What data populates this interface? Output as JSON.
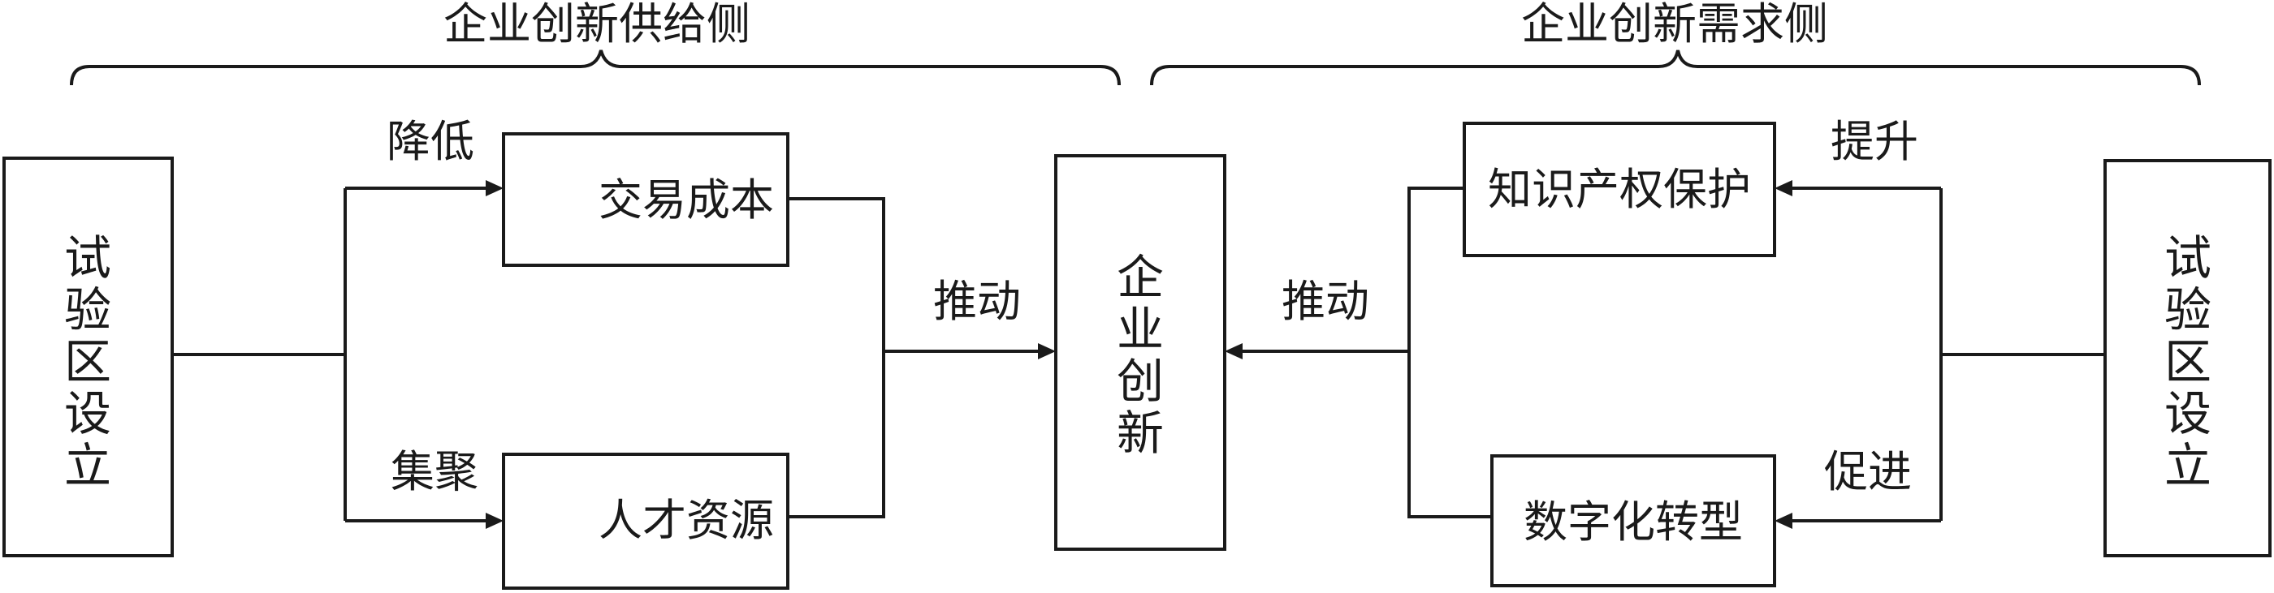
{
  "headers": {
    "supply": "企业创新供给侧",
    "demand": "企业创新需求侧"
  },
  "left_source": [
    "试",
    "验",
    "区",
    "设",
    "立"
  ],
  "right_source": [
    "试",
    "验",
    "区",
    "设",
    "立"
  ],
  "center": [
    "企",
    "业",
    "创",
    "新"
  ],
  "boxes": {
    "transaction_cost": "交易成本",
    "talent": "人才资源",
    "ip_protection": "知识产权保护",
    "digital_transformation": "数字化转型"
  },
  "edge_labels": {
    "reduce": "降低",
    "gather": "集聚",
    "drive_left": "推动",
    "drive_right": "推动",
    "improve": "提升",
    "promote": "促进"
  },
  "colors": {
    "line": "#1a1a1a",
    "background": "#ffffff"
  }
}
